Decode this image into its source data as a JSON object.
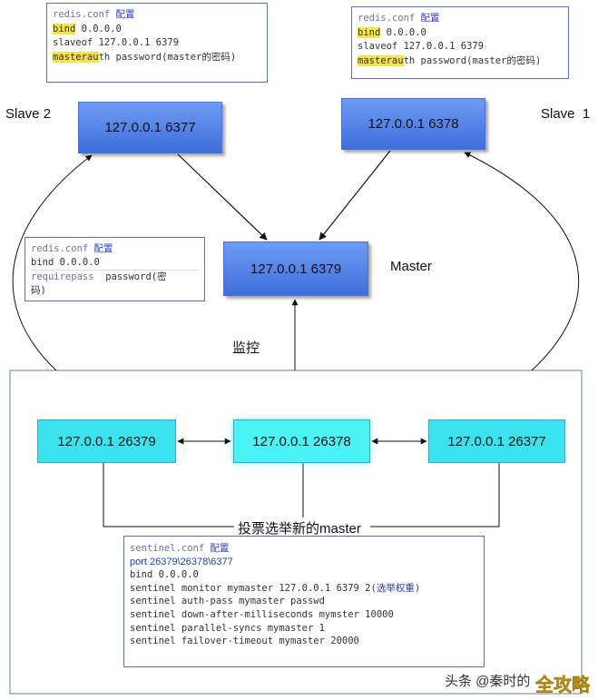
{
  "conf_slave2": {
    "file": "redis.conf",
    "title_cn": "配置",
    "bind_key": "bind",
    "bind_val": " 0.0.0.0",
    "slaveof": "slaveof 127.0.0.1 6379",
    "masterauth_hl": "masterau",
    "masterauth_rest": "th password(master的密码)"
  },
  "conf_slave1": {
    "file": "redis.conf",
    "title_cn": "配置",
    "bind_key": "bind",
    "bind_val": " 0.0.0.0",
    "slaveof": "slaveof 127.0.0.1 6379",
    "masterauth_hl": "masterau",
    "masterauth_rest": "th password(master的密码)"
  },
  "conf_master": {
    "file": "redis.conf",
    "title_cn": "配置",
    "bind": "bind 0.0.0.0",
    "requirepass_key": "requirepass",
    "requirepass_val": "  password(密",
    "requirepass_wrap": "码)"
  },
  "nodes": {
    "slave2": "127.0.0.1 6377",
    "slave1": "127.0.0.1 6378",
    "master": "127.0.0.1 6379",
    "s1": "127.0.0.1 26379",
    "s2": "127.0.0.1 26378",
    "s3": "127.0.0.1 26377"
  },
  "labels": {
    "slave2": "Slave 2",
    "slave1": "Slave  1",
    "master": "Master",
    "monitor": "监控",
    "vote": "投票选举新的master"
  },
  "sentinel_conf": {
    "file": "sentinel.conf",
    "title_cn": "配置",
    "port": "port 26379\\26378\\6377",
    "bind": "bind 0.0.0.0",
    "monitor": "sentinel monitor mymaster 127.0.0.1 6379 2",
    "monitor_cn": "(选举权重)",
    "auth": "sentinel auth-pass mymaster passwd",
    "down": "sentinel down-after-milliseconds mymster 10000",
    "parallel": "sentinel parallel-syncs mymaster 1",
    "failover": "sentinel failover-timeout mymaster 20000"
  },
  "watermark": {
    "text": "头条 @秦时的",
    "gold": "全攻略"
  }
}
